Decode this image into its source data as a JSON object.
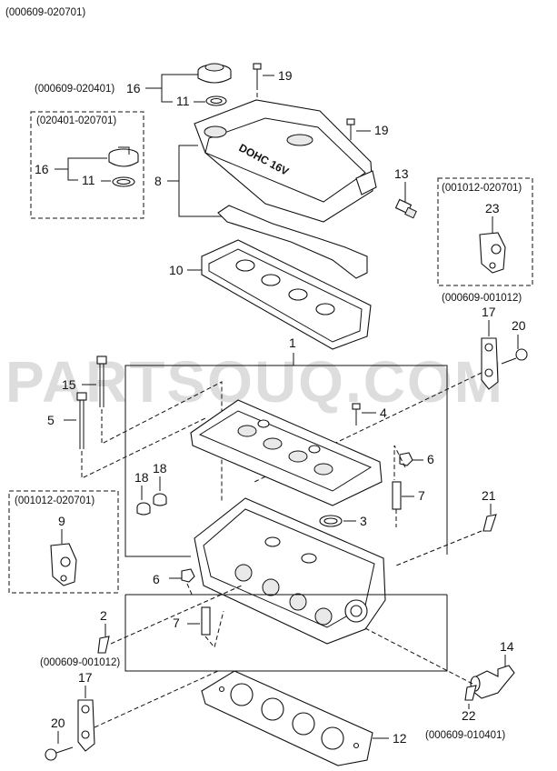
{
  "header_code": "(000609-020701)",
  "watermark": "PARTSOUQ.COM",
  "labels": {
    "c_16a": "(000609-020401)",
    "c_box_top": "(020401-020701)",
    "c_box_right": "(001012-020701)",
    "c_box_right_bottom": "(000609-001012)",
    "c_box_left": "(001012-020701)",
    "c_2": "(000609-001012)",
    "c_22": "(000609-010401)"
  },
  "callouts": {
    "n16a": "16",
    "n11a": "11",
    "n19a": "19",
    "n19b": "19",
    "n16b": "16",
    "n11b": "11",
    "n8": "8",
    "n13": "13",
    "n23": "23",
    "n10": "10",
    "n17a": "17",
    "n20a": "20",
    "n1": "1",
    "n15": "15",
    "n5": "5",
    "n4": "4",
    "n6a": "6",
    "n18a": "18",
    "n18b": "18",
    "n7a": "7",
    "n3": "3",
    "n9": "9",
    "n21": "21",
    "n6b": "6",
    "n2": "2",
    "n7b": "7",
    "n14": "14",
    "n17b": "17",
    "n22": "22",
    "n20b": "20",
    "n12": "12"
  },
  "cover_text": "DOHC 16V"
}
